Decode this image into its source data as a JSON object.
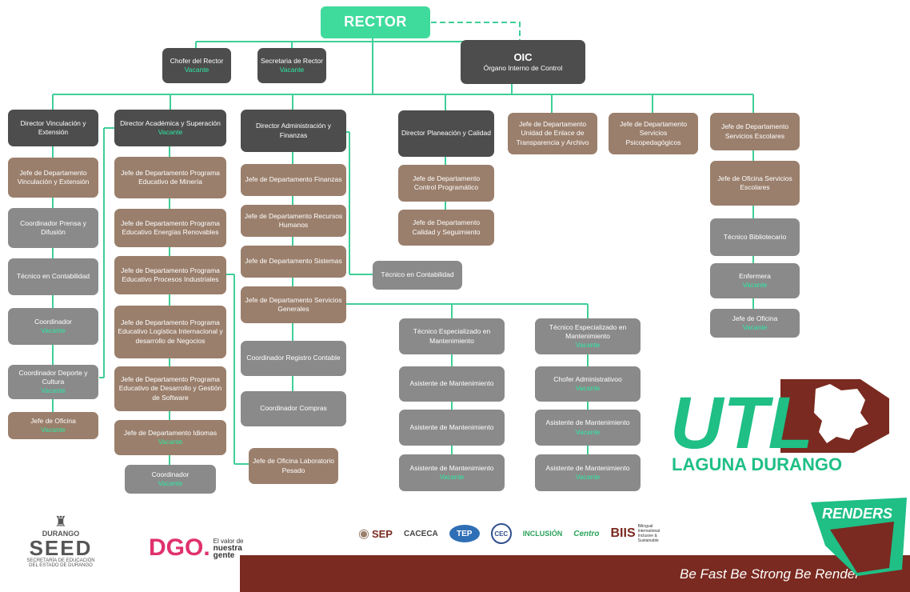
{
  "rector": "RECTOR",
  "chofer": {
    "title": "Chofer del Rector",
    "status": "Vacante"
  },
  "secretaria": {
    "title": "Secretaria de Rector",
    "status": "Vacante"
  },
  "oic": {
    "title": "OIC",
    "subtitle": "Órgano Interno de Control"
  },
  "col1": {
    "director": "Director Vinculación y Extensión",
    "jefe": "Jefe de Departamento Vinculación y Extensión",
    "coord_prensa": "Coordinador Prensa y Difusión",
    "tecnico": "Técnico en Contabilidad",
    "coordinador": {
      "title": "Coordinador",
      "status": "Vacante"
    },
    "coord_deporte": {
      "title": "Coordinador Deporte y Cultura",
      "status": "Vacante"
    },
    "jefe_oficina": {
      "title": "Jefe de Oficina",
      "status": "Vacante"
    }
  },
  "col2": {
    "director": {
      "title": "Director Académica y Superación",
      "status": "Vacante"
    },
    "mineria": "Jefe de Departamento Programa Educativo de Minería",
    "energias": "Jefe de Departamento Programa Educativo Energías Renovables",
    "procesos": "Jefe de Departamento Programa Educativo Procesos Industriales",
    "logistica": "Jefe de Departamento Programa Educativo Logística Internacional y desarrollo de Negocios",
    "software": "Jefe de Departamento Programa Educativo de Desarrollo y Gestión de Software",
    "idiomas": {
      "title": "Jefe de Departamento Idiomas",
      "status": "Vacante"
    },
    "coordinador": {
      "title": "Coordinador",
      "status": "Vacante"
    }
  },
  "col3": {
    "director": "Director Administración y Finanzas",
    "finanzas": "Jefe de Departamento Finanzas",
    "rh": "Jefe de Departamento Recursos Humanos",
    "sistemas": "Jefe de Departamento Sistemas",
    "servicios": "Jefe de Departamento Servicios Generales",
    "registro": "Coordinador Registro Contable",
    "compras": "Coordinador Compras",
    "laboratorio": "Jefe de Oficina Laboratorio Pesado",
    "tecnico_cont": "Técnico en Contabilidad"
  },
  "mant1": {
    "tecnico": "Técnico Especializado en Mantenimiento",
    "asist1": "Asistente de Mantenimiento",
    "asist2": "Asistente de Mantenimiento",
    "asist3": {
      "title": "Asistente de Mantenimiento",
      "status": "Vacante"
    }
  },
  "mant2": {
    "tecnico": {
      "title": "Técnico Especializado en Mantenimiento",
      "status": "Vacante"
    },
    "chofer": {
      "title": "Chofer Administrativoo",
      "status": "Vacante"
    },
    "asist1": {
      "title": "Asistente de Mantenimiento",
      "status": "Vacante"
    },
    "asist2": {
      "title": "Asistente de Mantenimiento",
      "status": "Vacante"
    }
  },
  "col4": {
    "director": "Director Planeación y Calidad",
    "control": "Jefe de Departamento Control Programático",
    "calidad": "Jefe de Departamento Calidad y Seguimiento"
  },
  "enlace": "Jefe de Departamento Unidad de Enlace de Transparencia y Archivo",
  "psico": "Jefe de Departamento Servicios Psicopedagógicos",
  "col7": {
    "jefe": "Jefe de Departamento Servicios Escolares",
    "oficina": "Jefe de Oficina Servicios Escolares",
    "biblio": "Técnico Bibliotecario",
    "enfermera": {
      "title": "Enfermera",
      "status": "Vacante"
    },
    "oficina2": {
      "title": "Jefe de Oficina",
      "status": "Vacante"
    }
  },
  "brand": {
    "utl": "UTL",
    "campus": "LAGUNA DURANGO",
    "renders": "RENDERS",
    "slogan": "Be Fast  Be Strong  Be Render"
  },
  "seed": {
    "state": "DURANGO",
    "name": "SEED",
    "sub1": "SECRETARÍA DE EDUCACIÓN",
    "sub2": "DEL ESTADO DE DURANGO"
  },
  "dgo": {
    "name": "DGO.",
    "tag1": "El valor de",
    "tag2": "nuestra",
    "tag3": "gente"
  },
  "partners": {
    "sep": "SEP",
    "caceca": "CACECA",
    "tep": "TEP",
    "cec": "CEC",
    "inclusion": "INCLUSIÓN",
    "centro": "Centro",
    "biis": "BIIS",
    "biis_desc": "Bilingual International Inclusive & Sustainable"
  },
  "colors": {
    "green": "#3fdb9c",
    "dark": "#4d4d4d",
    "brown": "#9a7f6c",
    "gray": "#8a8a8a",
    "maroon": "#7a2a20"
  }
}
